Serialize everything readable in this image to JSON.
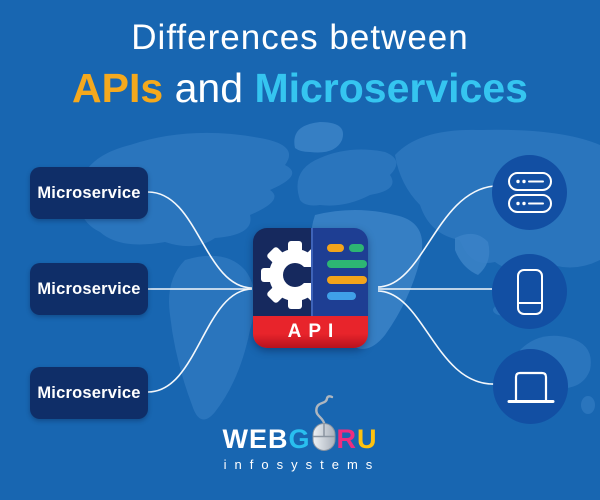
{
  "colors": {
    "bg": "#1866B1",
    "map_land": "#3A82C6",
    "box_navy": "#0F2E68",
    "circle_blue": "#124FA3",
    "panel_left": "#16295E",
    "panel_right": "#1E3E93",
    "divider": "#3E63B8",
    "band_red": "#E8242B",
    "band_red_dark": "#B8121E",
    "bar_orange": "#F2A41B",
    "bar_green": "#2DB673",
    "bar_blue": "#3FA0E8",
    "title_yellow": "#F5A91D",
    "title_cyan": "#35C5F0",
    "text_white": "#FFFFFF",
    "logo_cyan": "#29BFEF",
    "logo_magenta": "#EE2D7F",
    "logo_yellow": "#FFC20E"
  },
  "title": {
    "line1": "Differences between",
    "line2_apis": "APIs",
    "line2_and": "and",
    "line2_micro": "Microservices"
  },
  "left": {
    "boxes": [
      {
        "label": "Microservice"
      },
      {
        "label": "Microservice"
      },
      {
        "label": "Microservice"
      }
    ]
  },
  "center": {
    "api_label": "API",
    "gear_icon": "gear-icon",
    "code_bars": [
      {
        "color": "orange",
        "size": "short"
      },
      {
        "color": "green",
        "size": "short"
      },
      {
        "color": "green",
        "size": "long"
      },
      {
        "color": "orange",
        "size": "long"
      },
      {
        "color": "blue",
        "size": "medium"
      }
    ]
  },
  "right": {
    "devices": [
      {
        "icon": "server-icon"
      },
      {
        "icon": "mobile-icon"
      },
      {
        "icon": "laptop-icon"
      }
    ]
  },
  "logo": {
    "web": "WEB",
    "g": "G",
    "mouse": "mouse-icon",
    "r": "R",
    "u": "U",
    "subtitle": "infosystems"
  }
}
